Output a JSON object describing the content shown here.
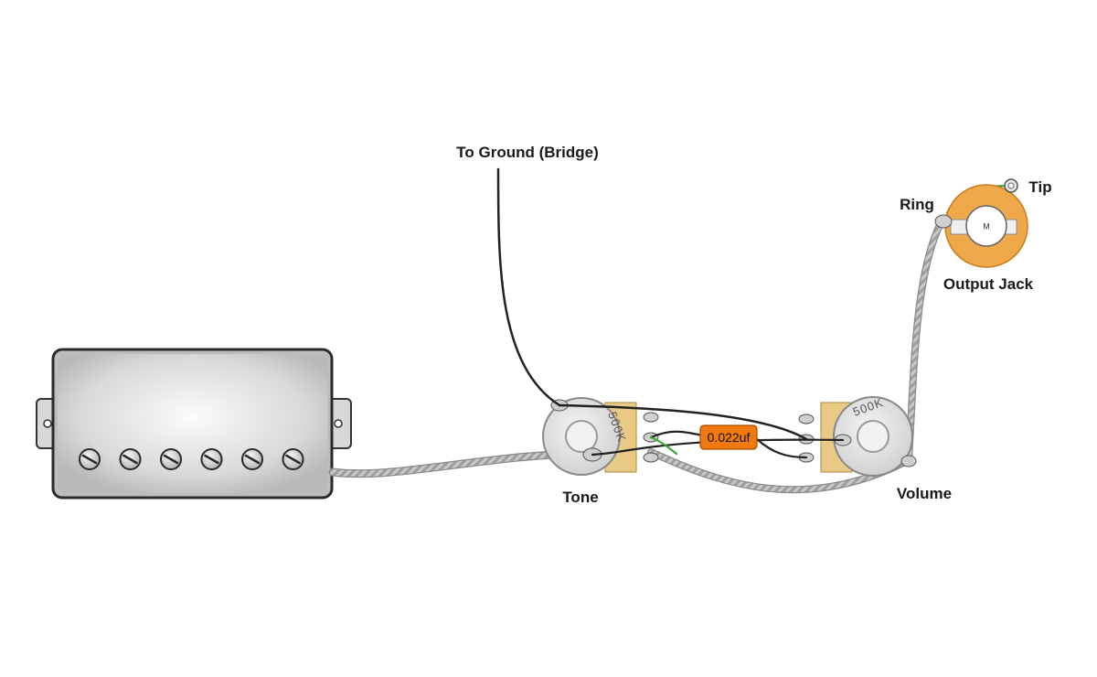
{
  "labels": {
    "ground": "To Ground (Bridge)",
    "tone": "Tone",
    "volume": "Volume",
    "output_jack": "Output Jack",
    "ring": "Ring",
    "tip": "Tip"
  },
  "capacitor": {
    "value": "0.022uf",
    "color": "#f07a10"
  },
  "pots": {
    "tone_value": "500K",
    "volume_value": "500K"
  },
  "jack": {
    "center_mark": "M",
    "ring_color": "#f0a94a"
  },
  "pickup": {
    "screw_count": 6
  },
  "colors": {
    "wire_black": "#222222",
    "wire_green": "#3aa832",
    "braid": "#b8b8b8",
    "lug": "#e9c986"
  }
}
